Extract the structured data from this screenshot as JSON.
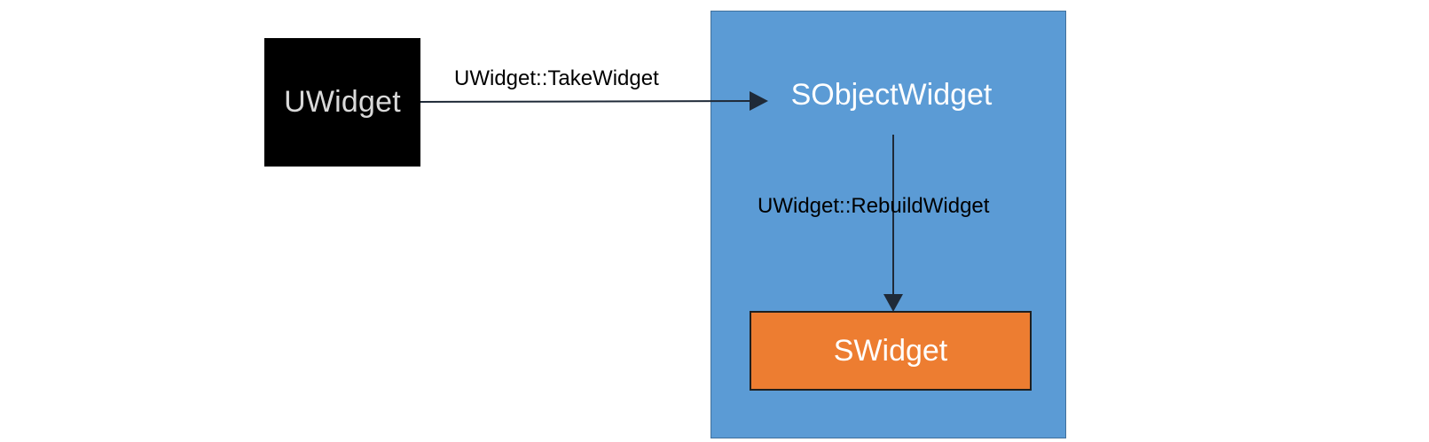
{
  "diagram": {
    "nodes": {
      "uwidget": {
        "label": "UWidget",
        "fill": "#000000",
        "text_color": "#d9d9d9"
      },
      "container": {
        "fill": "#5b9bd5",
        "border": "#41719c"
      },
      "sobjectwidget": {
        "label": "SObjectWidget",
        "text_color": "#ffffff"
      },
      "swidget": {
        "label": "SWidget",
        "fill": "#ed7d31",
        "text_color": "#ffffff"
      }
    },
    "edges": {
      "take_widget": {
        "label": "UWidget::TakeWidget",
        "from": "UWidget",
        "to": "SObjectWidget"
      },
      "rebuild_widget": {
        "label": "UWidget::RebuildWidget",
        "from": "SObjectWidget",
        "to": "SWidget"
      }
    },
    "arrow_color": "#1f2a38"
  }
}
